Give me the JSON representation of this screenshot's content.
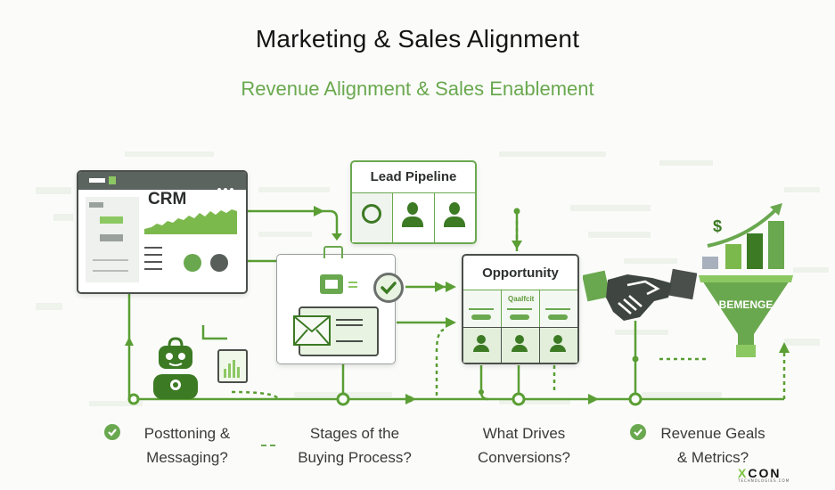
{
  "header": {
    "title": "Marketing & Sales Alignment",
    "subtitle": "Revenue Alignment & Sales Enablement"
  },
  "colors": {
    "accent": "#6aa84f",
    "accent_dark": "#3c7a24",
    "accent_light": "#8cc862",
    "frame_dark": "#4b4f4b",
    "text": "#3a3a3a"
  },
  "nodes": {
    "crm": {
      "label": "CRM",
      "icons": [
        "area-chart",
        "gauge-green",
        "gauge-dark",
        "sidebar-list"
      ]
    },
    "lead_pipeline": {
      "label": "Lead Pipeline",
      "icons": [
        "chat-target-icon",
        "person-icon",
        "person-icon"
      ]
    },
    "email_campaign": {
      "icons": [
        "email-icon",
        "envelope-icon",
        "check-circle-icon"
      ]
    },
    "opportunity": {
      "label": "Opportunity",
      "column_labels": [
        "",
        "Qaalfcit",
        ""
      ],
      "icons": [
        "person-icon",
        "person-icon",
        "person-icon"
      ]
    },
    "deal": {
      "icons": [
        "handshake-icon"
      ]
    },
    "revenue_funnel": {
      "label": "BEMENGE",
      "dollar": "$",
      "bars": [
        1,
        2,
        3,
        4
      ]
    },
    "automation": {
      "icons": [
        "robot-icon",
        "bar-chart-icon"
      ]
    }
  },
  "questions": [
    {
      "line1": "Posttoning &",
      "line2": "Messaging?",
      "marker": "check"
    },
    {
      "line1": "Stages of the",
      "line2": "Buying Process?",
      "marker": "dash"
    },
    {
      "line1": "What Drives",
      "line2": "Conversions?",
      "marker": "none"
    },
    {
      "line1": "Revenue Geals",
      "line2": "& Metrics?",
      "marker": "check"
    }
  ],
  "logo": {
    "x": "X",
    "name": "CON",
    "tagline": "TECHNOLOGIES.COM"
  }
}
